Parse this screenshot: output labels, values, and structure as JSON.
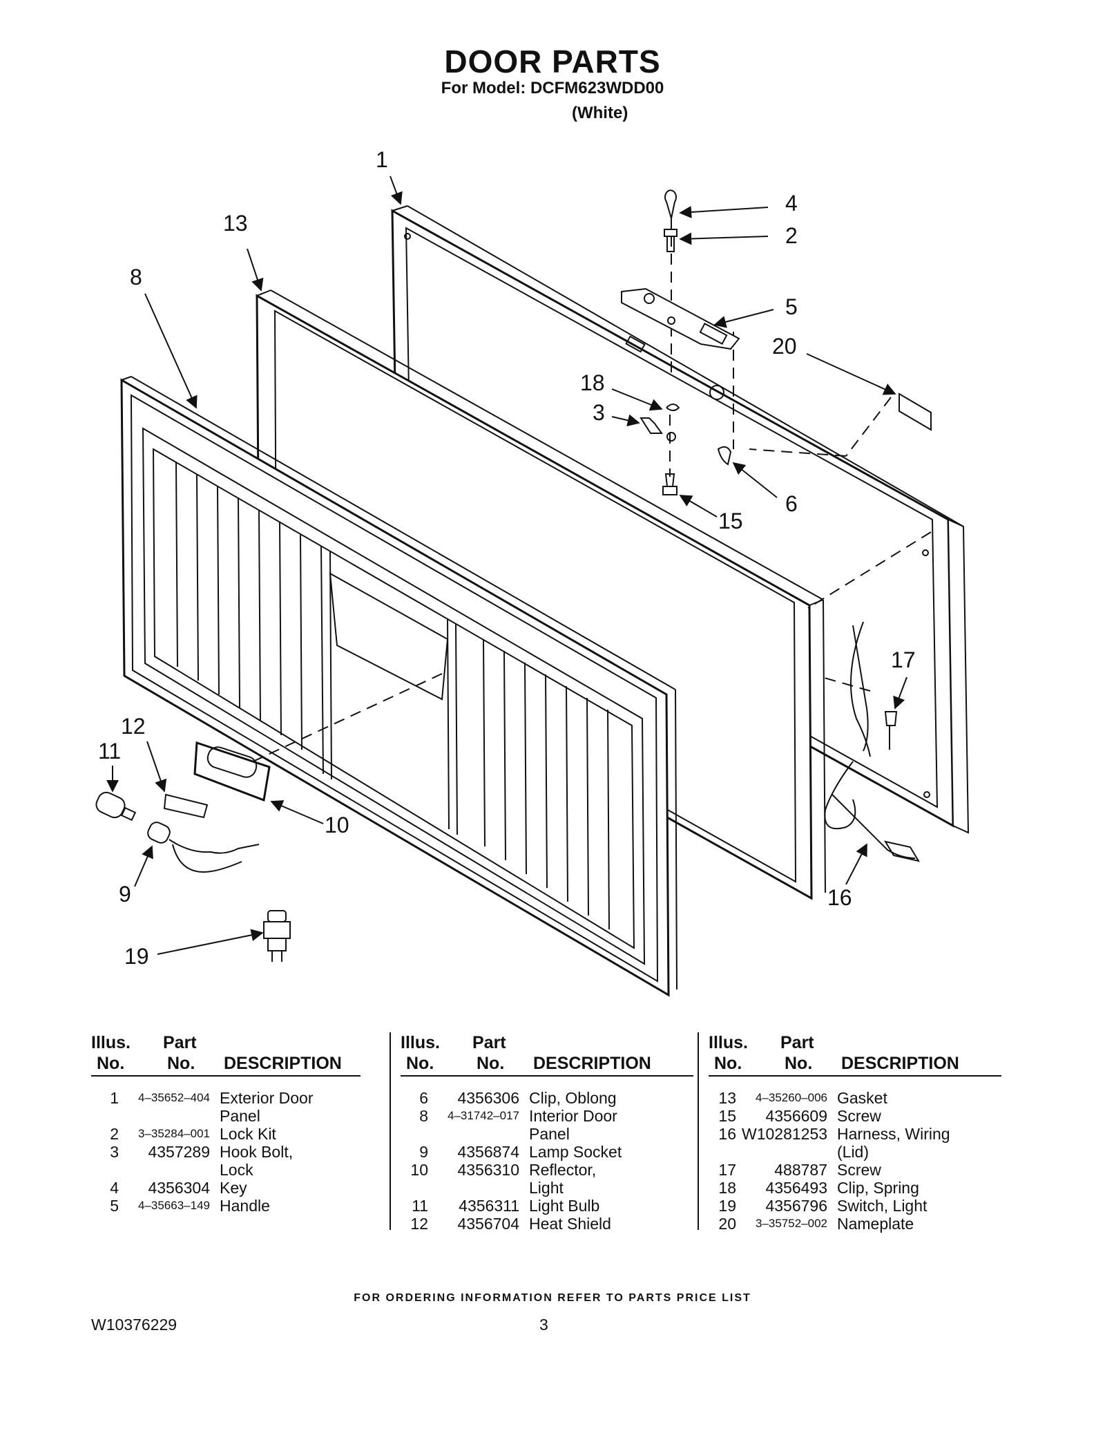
{
  "header": {
    "title": "DOOR PARTS",
    "model_line": "For Model: DCFM623WDD00",
    "variant": "(White)"
  },
  "diagram": {
    "callouts": [
      "1",
      "13",
      "8",
      "4",
      "2",
      "5",
      "20",
      "18",
      "3",
      "6",
      "15",
      "17",
      "12",
      "11",
      "10",
      "9",
      "16",
      "19"
    ]
  },
  "table": {
    "headers": {
      "illus_line1": "Illus.",
      "illus_line2": "No.",
      "part_line1": "Part",
      "part_line2": "No.",
      "description": "DESCRIPTION"
    },
    "columns": [
      {
        "rows": [
          {
            "illus": "1",
            "part": "4–35652–404",
            "desc": "Exterior Door"
          },
          {
            "illus": "",
            "part": "",
            "desc": "Panel"
          },
          {
            "illus": "2",
            "part": "3–35284–001",
            "desc": "Lock Kit"
          },
          {
            "illus": "3",
            "part": "4357289",
            "desc": "Hook Bolt,"
          },
          {
            "illus": "",
            "part": "",
            "desc": "Lock"
          },
          {
            "illus": "4",
            "part": "4356304",
            "desc": "Key"
          },
          {
            "illus": "5",
            "part": "4–35663–149",
            "desc": "Handle"
          }
        ]
      },
      {
        "rows": [
          {
            "illus": "6",
            "part": "4356306",
            "desc": "Clip, Oblong"
          },
          {
            "illus": "8",
            "part": "4–31742–017",
            "desc": "Interior Door"
          },
          {
            "illus": "",
            "part": "",
            "desc": "Panel"
          },
          {
            "illus": "9",
            "part": "4356874",
            "desc": "Lamp Socket"
          },
          {
            "illus": "10",
            "part": "4356310",
            "desc": "Reflector,"
          },
          {
            "illus": "",
            "part": "",
            "desc": "Light"
          },
          {
            "illus": "11",
            "part": "4356311",
            "desc": "Light Bulb"
          },
          {
            "illus": "12",
            "part": "4356704",
            "desc": "Heat Shield"
          }
        ]
      },
      {
        "rows": [
          {
            "illus": "13",
            "part": "4–35260–006",
            "desc": "Gasket"
          },
          {
            "illus": "15",
            "part": "4356609",
            "desc": "Screw"
          },
          {
            "illus": "16",
            "part": "W10281253",
            "desc": "Harness, Wiring"
          },
          {
            "illus": "",
            "part": "",
            "desc": "(Lid)"
          },
          {
            "illus": "17",
            "part": "488787",
            "desc": "Screw"
          },
          {
            "illus": "18",
            "part": "4356493",
            "desc": "Clip, Spring"
          },
          {
            "illus": "19",
            "part": "4356796",
            "desc": "Switch, Light"
          },
          {
            "illus": "20",
            "part": "3–35752–002",
            "desc": "Nameplate"
          }
        ]
      }
    ]
  },
  "footer": {
    "note": "FOR ORDERING INFORMATION REFER TO PARTS PRICE LIST",
    "doc_number": "W10376229",
    "page_number": "3"
  }
}
